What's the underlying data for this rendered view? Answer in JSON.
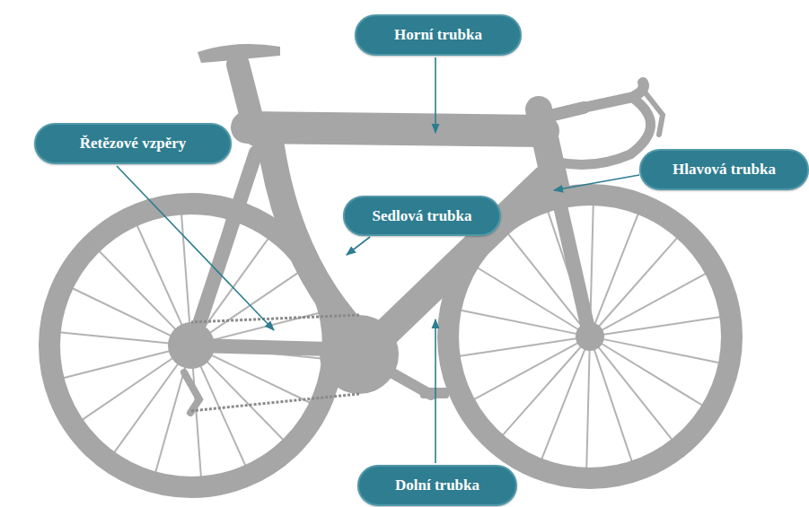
{
  "diagram": {
    "nodes": [
      {
        "text": [
          "Horní trubka"
        ]
      },
      {
        "text": [
          "Řetězové vzpěry"
        ]
      },
      {
        "text": [
          "Hlavová trubka"
        ]
      },
      {
        "text": [
          "Sedlová trubka"
        ]
      },
      {
        "text": [
          "Dolní trubka"
        ]
      }
    ]
  }
}
